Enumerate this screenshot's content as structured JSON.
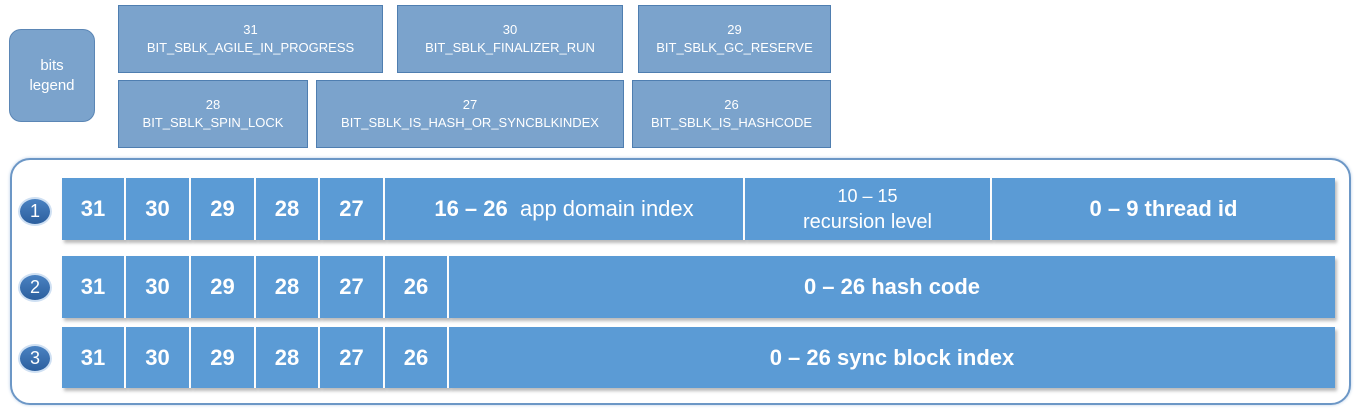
{
  "legend": {
    "key_label_line1": "bits",
    "key_label_line2": "legend",
    "entries": [
      {
        "bit": "31",
        "name": "BIT_SBLK_AGILE_IN_PROGRESS"
      },
      {
        "bit": "30",
        "name": "BIT_SBLK_FINALIZER_RUN"
      },
      {
        "bit": "29",
        "name": "BIT_SBLK_GC_RESERVE"
      },
      {
        "bit": "28",
        "name": "BIT_SBLK_SPIN_LOCK"
      },
      {
        "bit": "27",
        "name": "BIT_SBLK_IS_HASH_OR_SYNCBLKINDEX"
      },
      {
        "bit": "26",
        "name": "BIT_SBLK_IS_HASHCODE"
      }
    ]
  },
  "layouts": [
    {
      "badge": "1",
      "bits": [
        "31",
        "30",
        "29",
        "28",
        "27"
      ],
      "app_domain": {
        "range": "16 – 26",
        "label": "app domain index"
      },
      "recursion": {
        "range": "10 – 15",
        "label": "recursion level"
      },
      "thread": "0 – 9 thread id"
    },
    {
      "badge": "2",
      "bits": [
        "31",
        "30",
        "29",
        "28",
        "27",
        "26"
      ],
      "field": "0 – 26 hash code"
    },
    {
      "badge": "3",
      "bits": [
        "31",
        "30",
        "29",
        "28",
        "27",
        "26"
      ],
      "field": "0 – 26 sync block index"
    }
  ],
  "colors": {
    "cell": "#5b9bd5",
    "legend": "#7ba3cc",
    "badge": "#2c5f9e",
    "frame": "#6c97c6"
  }
}
